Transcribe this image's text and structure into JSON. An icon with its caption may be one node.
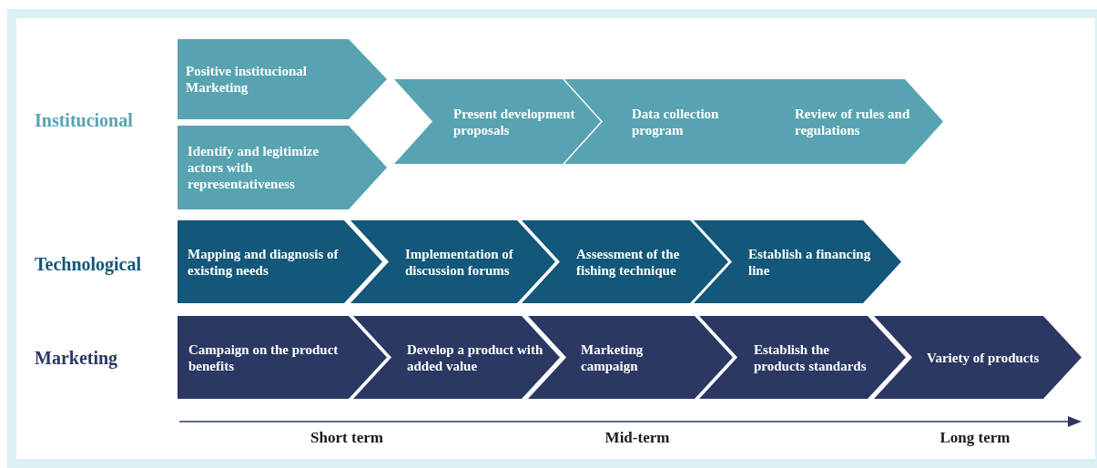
{
  "diagram": {
    "nodes": [
      {
        "text": [
          "Positive institucional Marketing"
        ]
      },
      {
        "text": [
          "Identify and legitimize actors with representativeness"
        ]
      },
      {
        "text": [
          "Present development proposals"
        ]
      },
      {
        "text": [
          "Data collection program"
        ]
      },
      {
        "text": [
          "Review of rules and regulations"
        ]
      },
      {
        "text": [
          "Mapping and diagnosis of existing needs"
        ]
      },
      {
        "text": [
          "Implementation of discussion forums"
        ]
      },
      {
        "text": [
          "Assessment of the fishing technique"
        ]
      },
      {
        "text": [
          "Establish a financing line"
        ]
      },
      {
        "text": [
          "Campaign on the product benefits"
        ]
      },
      {
        "text": [
          "Develop a product with added value"
        ]
      },
      {
        "text": [
          "Marketing campaign"
        ]
      },
      {
        "text": [
          "Establish the products standards"
        ]
      },
      {
        "text": [
          "Variety of products"
        ]
      }
    ],
    "labels": [
      "Institucional",
      "Technological",
      "Marketing",
      "Short term",
      "Mid-term",
      "Long term"
    ]
  }
}
